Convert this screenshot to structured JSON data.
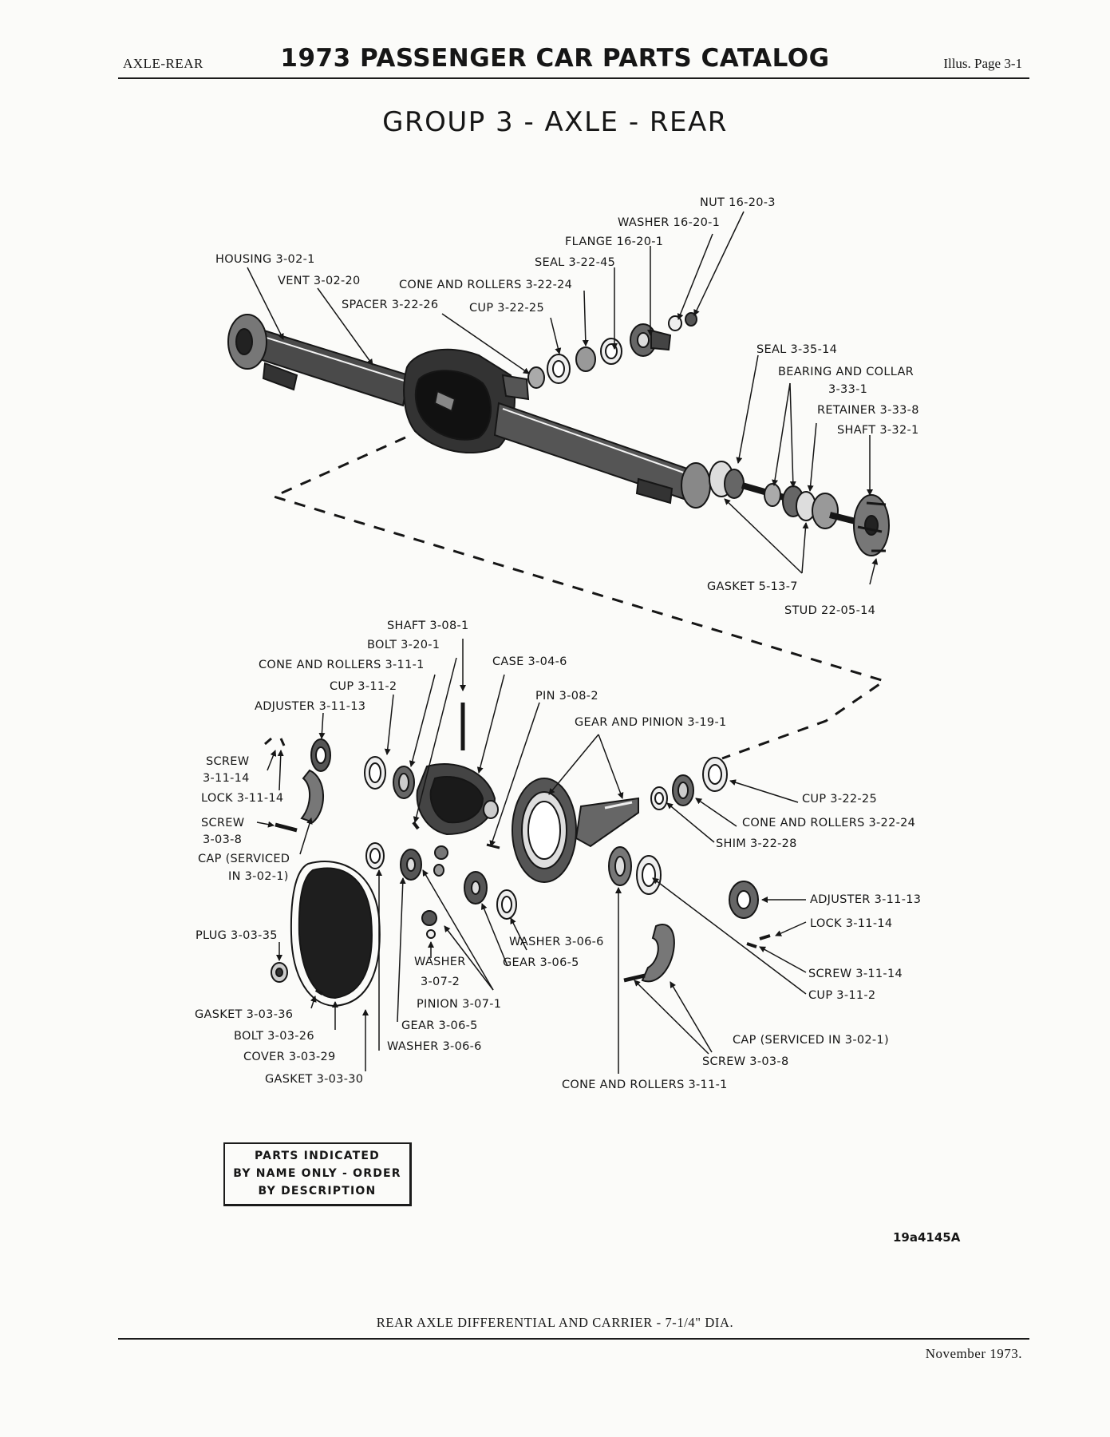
{
  "header": {
    "section": "AXLE-REAR",
    "title": "1973 PASSENGER CAR PARTS CATALOG",
    "page_ref": "Illus. Page 3-1"
  },
  "group_title": "GROUP 3 - AXLE - REAR",
  "labels": {
    "nut_16_20_3": "NUT 16-20-3",
    "washer_16_20_1": "WASHER 16-20-1",
    "flange_16_20_1": "FLANGE 16-20-1",
    "seal_3_22_45": "SEAL 3-22-45",
    "housing_3_02_1": "HOUSING 3-02-1",
    "vent_3_02_20": "VENT 3-02-20",
    "cone_rollers_3_22_24_top": "CONE AND ROLLERS 3-22-24",
    "spacer_3_22_26": "SPACER 3-22-26",
    "cup_3_22_25_top": "CUP 3-22-25",
    "seal_3_35_14": "SEAL 3-35-14",
    "bearing_collar": "BEARING AND COLLAR",
    "bearing_collar_num": "3-33-1",
    "retainer_3_33_8": "RETAINER 3-33-8",
    "shaft_3_32_1": "SHAFT 3-32-1",
    "gasket_5_13_7": "GASKET 5-13-7",
    "stud_22_05_14": "STUD 22-05-14",
    "shaft_3_08_1": "SHAFT 3-08-1",
    "bolt_3_20_1": "BOLT 3-20-1",
    "cone_rollers_3_11_1_top": "CONE AND ROLLERS 3-11-1",
    "case_3_04_6": "CASE 3-04-6",
    "cup_3_11_2_left": "CUP 3-11-2",
    "pin_3_08_2": "PIN 3-08-2",
    "adjuster_3_11_13_left": "ADJUSTER 3-11-13",
    "gear_pinion_3_19_1": "GEAR AND PINION 3-19-1",
    "screw_left_a": "SCREW",
    "screw_left_a_num": "3-11-14",
    "lock_3_11_14_left": "LOCK 3-11-14",
    "screw_left_b": "SCREW",
    "screw_left_b_num": "3-03-8",
    "cap_left": "CAP (SERVICED",
    "cap_left_2": "IN 3-02-1)",
    "cup_3_22_25_right": "CUP 3-22-25",
    "cone_rollers_3_22_24_right": "CONE AND ROLLERS 3-22-24",
    "shim_3_22_28": "SHIM 3-22-28",
    "adjuster_3_11_13_right": "ADJUSTER 3-11-13",
    "lock_3_11_14_right": "LOCK 3-11-14",
    "plug_3_03_35": "PLUG 3-03-35",
    "washer_3_06_6_right": "WASHER 3-06-6",
    "washer_3_07_2": "WASHER",
    "washer_3_07_2_num": "3-07-2",
    "gear_3_06_5_right": "GEAR 3-06-5",
    "screw_3_11_14_right": "SCREW 3-11-14",
    "cup_3_11_2_right": "CUP 3-11-2",
    "pinion_3_07_1": "PINION 3-07-1",
    "gasket_3_03_36": "GASKET 3-03-36",
    "gear_3_06_5_bottom": "GEAR 3-06-5",
    "bolt_3_03_26": "BOLT 3-03-26",
    "washer_3_06_6_bottom": "WASHER 3-06-6",
    "cap_right": "CAP (SERVICED IN 3-02-1)",
    "cover_3_03_29": "COVER 3-03-29",
    "screw_3_03_8_right": "SCREW 3-03-8",
    "gasket_3_03_30": "GASKET 3-03-30",
    "cone_rollers_3_11_1_bottom": "CONE AND ROLLERS 3-11-1"
  },
  "notice": {
    "line1": "PARTS INDICATED",
    "line2": "BY NAME ONLY - ORDER",
    "line3": "BY DESCRIPTION"
  },
  "drawing_number": "19a4145A",
  "caption": "REAR AXLE DIFFERENTIAL AND CARRIER - 7-1/4\" DIA.",
  "date": "November 1973."
}
